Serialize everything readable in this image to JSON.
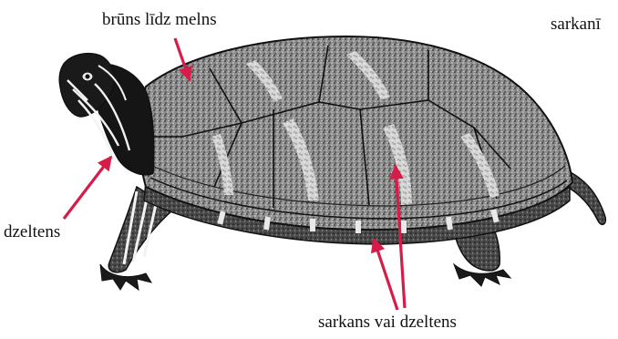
{
  "labels": {
    "brown_to_black": "brūns līdz melns",
    "red_cut": "sarkanī",
    "yellow": "dzeltens",
    "red_or_yellow": "sarkans vai dzeltens"
  },
  "colors": {
    "arrow": "#d81c4a",
    "ink": "#111111",
    "shell_base": "#9a9a9a",
    "shell_light": "#e6e6e6",
    "shell_dark": "#3a3a3a"
  },
  "subject": {
    "icon": "turtle-illustration"
  }
}
